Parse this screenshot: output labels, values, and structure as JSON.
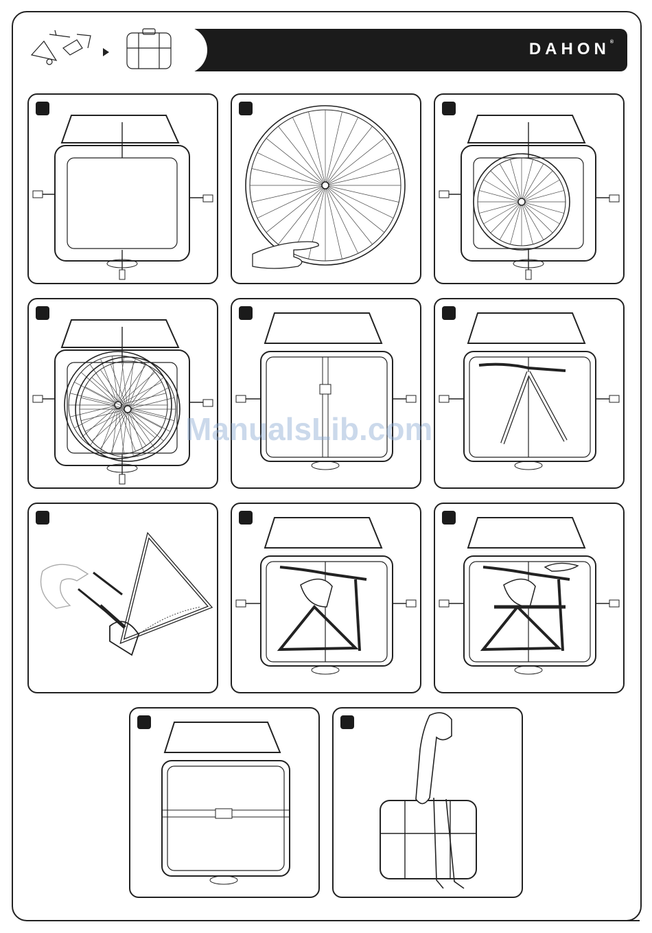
{
  "header": {
    "brand": "DAHON",
    "reg_mark": "®"
  },
  "watermark": "ManualsLib.com",
  "steps": [
    {
      "content": "open-case"
    },
    {
      "content": "deflate-wheel"
    },
    {
      "content": "wheel-in-case"
    },
    {
      "content": "two-wheels-in-case"
    },
    {
      "content": "strap-divider"
    },
    {
      "content": "fork-and-handlebar"
    },
    {
      "content": "chainring-guard"
    },
    {
      "content": "frame-in-case"
    },
    {
      "content": "frame-seat-in-case"
    },
    {
      "content": "strap-closed-case"
    },
    {
      "content": "carry-case"
    }
  ],
  "colors": {
    "ink": "#222222",
    "bar": "#1b1b1b"
  }
}
